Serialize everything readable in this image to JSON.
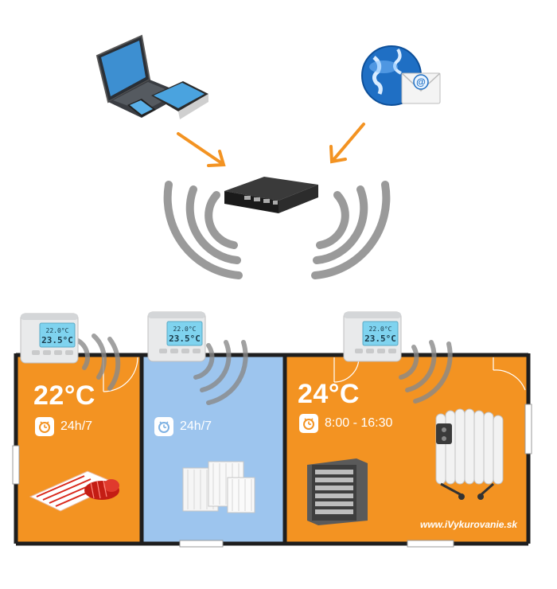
{
  "colors": {
    "orange_room": "#F39322",
    "blue_room": "#9DC5EE",
    "wall": "#1E1E1E",
    "arrow": "#F39322",
    "signal": "#9A9A9A"
  },
  "devices": {
    "laptop_tablet": "laptop-tablet-icon",
    "email": "globe-email-icon",
    "gateway": "control-unit-icon",
    "thermostat_screen_top": "22.0°C",
    "thermostat_screen_bottom": "23.5°C"
  },
  "rooms": [
    {
      "temperature": "22°C",
      "schedule": "24h/7",
      "heater": "floor-heating-mat"
    },
    {
      "temperature": "",
      "schedule": "24h/7",
      "heater": "panel-radiator"
    },
    {
      "temperature": "24°C",
      "schedule": "8:00 - 16:30",
      "heater": "fan-heater and oil-radiator"
    }
  ],
  "website": "www.iVykurovanie.sk"
}
